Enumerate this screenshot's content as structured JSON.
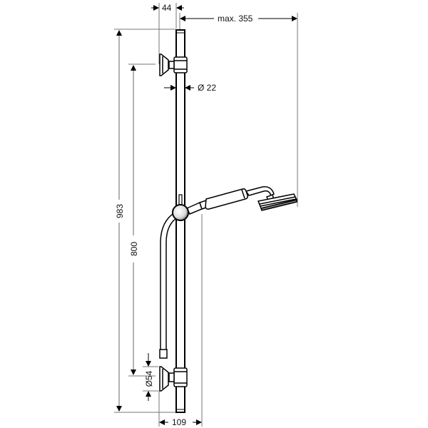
{
  "drawing": {
    "title": "Shower rail set dimension drawing",
    "dimensions": {
      "wall_offset": "44",
      "max_reach": "max. 355",
      "rail_diameter": "Ø 22",
      "total_height": "983",
      "bracket_spacing": "800",
      "rosette_diameter": "Ø54",
      "bottom_width": "109"
    },
    "components": [
      "slide-rail",
      "top-wall-bracket",
      "bottom-wall-bracket",
      "slider-ball",
      "hand-shower",
      "shower-hose"
    ]
  }
}
